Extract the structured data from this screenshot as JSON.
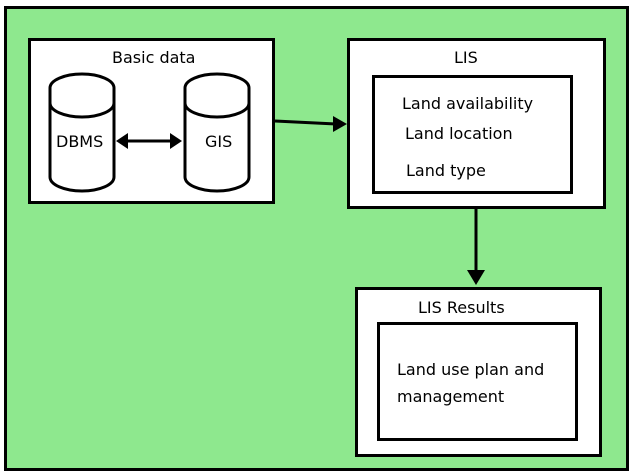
{
  "diagram": {
    "basic_data": {
      "title": "Basic data",
      "dbms": "DBMS",
      "gis": "GIS"
    },
    "lis": {
      "title": "LIS",
      "items": [
        "Land availability",
        "Land location",
        "Land type"
      ]
    },
    "lis_results": {
      "title": "LIS Results",
      "text_line1": "Land use plan and",
      "text_line2": "management"
    }
  },
  "colors": {
    "background": "#8ee88e",
    "box_fill": "#ffffff",
    "stroke": "#000000"
  }
}
